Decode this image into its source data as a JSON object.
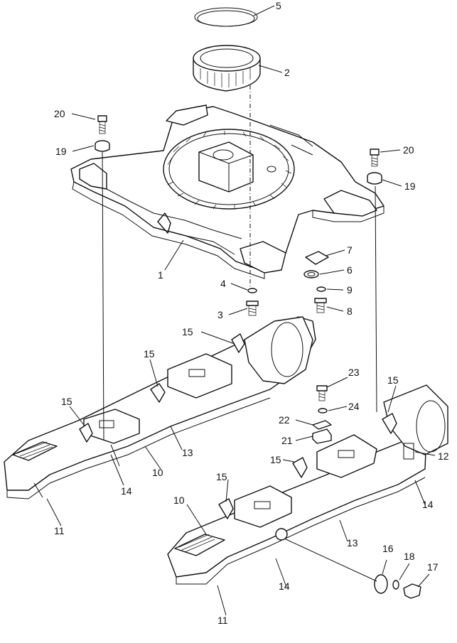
{
  "callouts": {
    "c1": "1",
    "c2": "2",
    "c3": "3",
    "c4": "4",
    "c5": "5",
    "c6": "6",
    "c7": "7",
    "c8": "8",
    "c9": "9",
    "c10a": "10",
    "c10b": "10",
    "c11a": "11",
    "c11b": "11",
    "c12": "12",
    "c13a": "13",
    "c13b": "13",
    "c14a": "14",
    "c14b": "14",
    "c14c": "14",
    "c15a": "15",
    "c15b": "15",
    "c15c": "15",
    "c15d": "15",
    "c15e": "15",
    "c15f": "15",
    "c16": "16",
    "c17": "17",
    "c18": "18",
    "c19a": "19",
    "c19b": "19",
    "c20a": "20",
    "c20b": "20",
    "c21": "21",
    "c22": "22",
    "c23": "23",
    "c24": "24"
  }
}
